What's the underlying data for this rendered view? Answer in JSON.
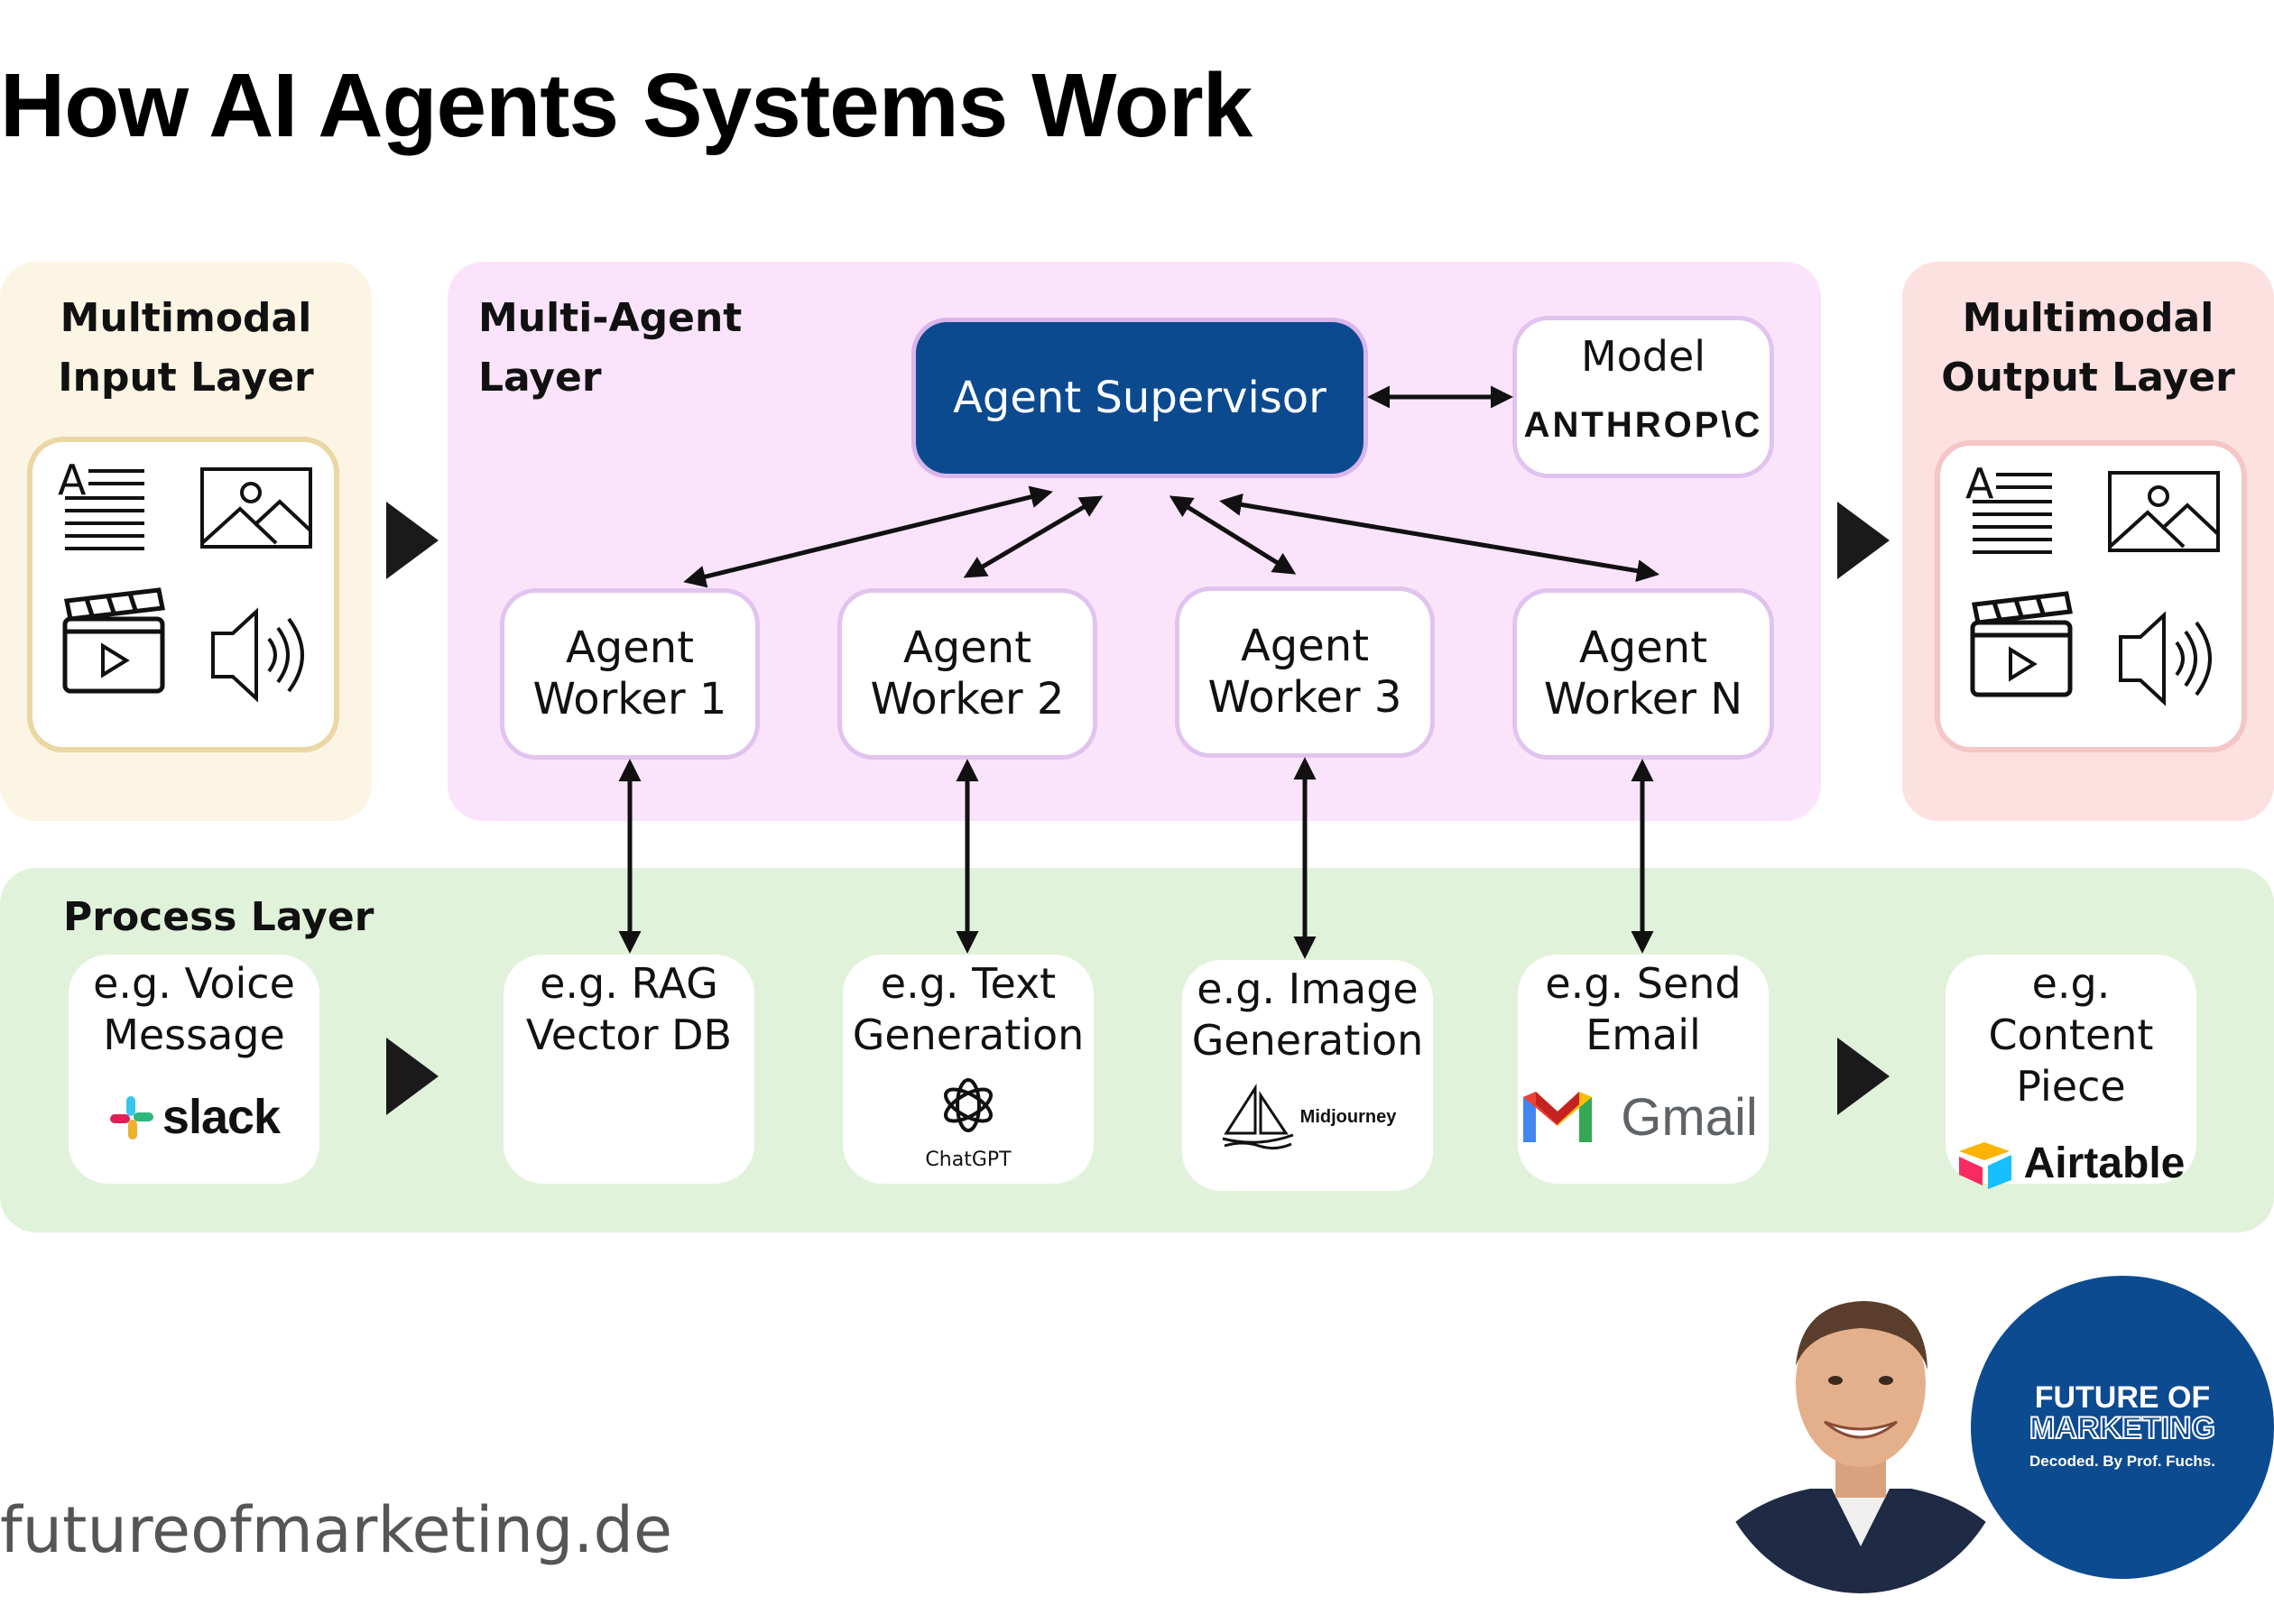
{
  "title": "How AI Agents Systems Work",
  "input_layer": {
    "title_line1": "Multimodal",
    "title_line2": "Input Layer"
  },
  "multi_agent_layer": {
    "title_line1": "Multi-Agent",
    "title_line2": "Layer"
  },
  "output_layer": {
    "title_line1": "Multimodal",
    "title_line2": "Output Layer"
  },
  "supervisor": {
    "label": "Agent Supervisor"
  },
  "model": {
    "label": "Model",
    "brand": "ANTHROP\\C"
  },
  "workers": [
    {
      "line1": "Agent",
      "line2": "Worker 1"
    },
    {
      "line1": "Agent",
      "line2": "Worker 2"
    },
    {
      "line1": "Agent",
      "line2": "Worker 3"
    },
    {
      "line1": "Agent",
      "line2": "Worker N"
    }
  ],
  "process_layer": {
    "title": "Process Layer",
    "items": [
      {
        "line1": "e.g. Voice",
        "line2": "Message",
        "brand": "slack"
      },
      {
        "line1": "e.g. RAG",
        "line2": "Vector DB",
        "brand": ""
      },
      {
        "line1": "e.g. Text",
        "line2": "Generation",
        "brand": "ChatGPT"
      },
      {
        "line1": "e.g. Image",
        "line2": "Generation",
        "brand": "Midjourney"
      },
      {
        "line1": "e.g. Send",
        "line2": "Email",
        "brand": "Gmail"
      },
      {
        "line1": "e.g. Content",
        "line2": "Piece",
        "brand": "Airtable"
      }
    ]
  },
  "badge": {
    "line1": "FUTURE OF",
    "line2": "MARKETING",
    "line3": "Decoded. By Prof. Fuchs."
  },
  "footer": {
    "url": "futureofmarketing.de"
  },
  "colors": {
    "input_bg": "#fdf5e4",
    "input_border": "#ead7a3",
    "multi_bg": "#fbe4fb",
    "worker_border": "#e1c3ef",
    "output_bg": "#fde0e0",
    "output_border": "#f4c6c6",
    "process_bg": "#e1f2da",
    "supervisor_bg": "#0c4a8f",
    "badge_bg": "#0d4b91"
  },
  "icons": [
    "text-document-icon",
    "image-icon",
    "video-clapper-icon",
    "speaker-icon",
    "slack-logo",
    "chatgpt-logo",
    "midjourney-logo",
    "gmail-logo",
    "airtable-logo",
    "person-photo"
  ]
}
